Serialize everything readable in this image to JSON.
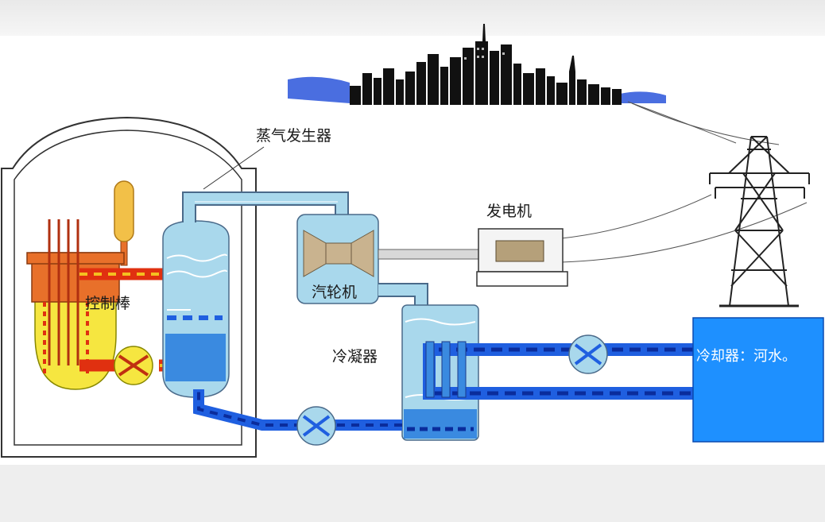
{
  "labels": {
    "steam_generator": "蒸气发生器",
    "generator": "发电机",
    "control_rods": "控制棒",
    "turbine": "汽轮机",
    "condenser": "冷凝器",
    "cooler": "冷却器：河水。"
  },
  "colors": {
    "hot_loop": "#e03010",
    "hot_loop_dash": "#f4c020",
    "steam": "#a9d8ec",
    "cool_water": "#1f5fe0",
    "cool_dash": "#0a2c9c",
    "river_box": "#1e90ff",
    "reactor_core": "#e8702a",
    "reactor_lower": "#f6e640"
  },
  "icons": [
    "reactor-containment",
    "pressurizer",
    "reactor-vessel",
    "primary-pump",
    "steam-generator",
    "turbine",
    "generator",
    "condenser",
    "condensate-pump",
    "cooling-pump",
    "transmission-tower",
    "city-skyline"
  ]
}
